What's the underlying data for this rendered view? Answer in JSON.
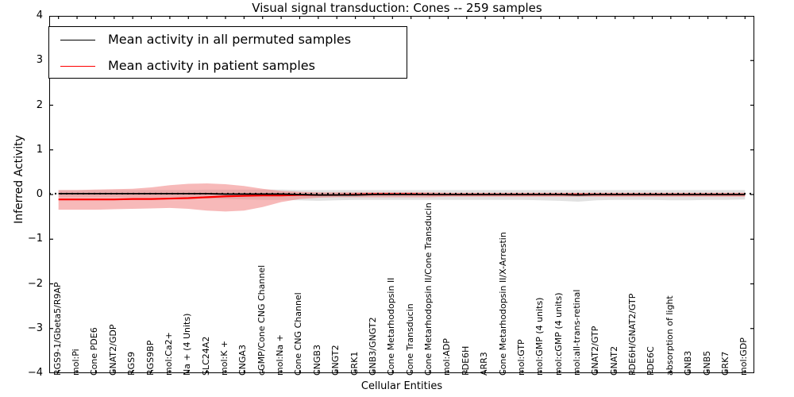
{
  "chart_data": {
    "type": "line",
    "title": "Visual signal transduction: Cones -- 259 samples",
    "xlabel": "Cellular Entities",
    "ylabel": "Inferred Activity",
    "ylim": [
      -4,
      4
    ],
    "yticks": [
      -4,
      -3,
      -2,
      -1,
      0,
      1,
      2,
      3,
      4
    ],
    "ytick_labels": [
      "−4",
      "−3",
      "−2",
      "−1",
      "0",
      "1",
      "2",
      "3",
      "4"
    ],
    "grid": false,
    "legend_position": "upper left",
    "legend": [
      {
        "label": "Mean activity in all permuted samples",
        "color": "#000000",
        "style": "solid"
      },
      {
        "label": "Mean activity in patient samples",
        "color": "#ff0000",
        "style": "solid"
      }
    ],
    "categories": [
      "RGS9-1/Gbeta5/R9AP",
      "mol:Pi",
      "Cone PDE6",
      "GNAT2/GDP",
      "RGS9",
      "RGS9BP",
      "mol:Ca2+",
      "Na + (4 Units)",
      "SLC24A2",
      "mol:K +",
      "CNGA3",
      "cGMP/Cone CNG Channel",
      "mol:Na +",
      "Cone CNG Channel",
      "CNGB3",
      "GNGT2",
      "GRK1",
      "GNB3/GNGT2",
      "Cone Metarhodopsin II",
      "Cone Transducin",
      "Cone Metarhodopsin II/Cone Transducin",
      "mol:ADP",
      "PDE6H",
      "ARR3",
      "Cone Metarhodopsin II/X-Arrestin",
      "mol:GTP",
      "mol:GMP (4 units)",
      "mol:cGMP (4 units)",
      "mol:all-trans-retinal",
      "GNAT2/GTP",
      "GNAT2",
      "PDE6H/GNAT2/GTP",
      "PDE6C",
      "absorption of light",
      "GNB3",
      "GNB5",
      "GRK7",
      "mol:GDP"
    ],
    "series": [
      {
        "name": "Mean activity in all permuted samples",
        "color": "#000000",
        "values": [
          0.02,
          0.02,
          0.02,
          0.02,
          0.02,
          0.02,
          0.02,
          0.02,
          0.02,
          0.01,
          0.01,
          0.01,
          0.01,
          0.0,
          -0.01,
          -0.01,
          -0.01,
          0.0,
          0.0,
          0.0,
          0.0,
          0.0,
          0.0,
          0.0,
          0.0,
          0.0,
          0.0,
          0.0,
          -0.01,
          0.0,
          0.0,
          0.0,
          0.0,
          0.0,
          0.0,
          0.0,
          0.0,
          0.0
        ],
        "band_upper": [
          0.1,
          0.1,
          0.1,
          0.1,
          0.1,
          0.1,
          0.1,
          0.1,
          0.11,
          0.11,
          0.11,
          0.11,
          0.11,
          0.1,
          0.1,
          0.1,
          0.1,
          0.1,
          0.1,
          0.1,
          0.1,
          0.1,
          0.1,
          0.1,
          0.1,
          0.1,
          0.1,
          0.1,
          0.1,
          0.1,
          0.1,
          0.1,
          0.1,
          0.1,
          0.1,
          0.1,
          0.1,
          0.1
        ],
        "band_lower": [
          -0.06,
          -0.06,
          -0.06,
          -0.06,
          -0.06,
          -0.06,
          -0.06,
          -0.07,
          -0.09,
          -0.1,
          -0.11,
          -0.12,
          -0.12,
          -0.13,
          -0.14,
          -0.13,
          -0.12,
          -0.12,
          -0.12,
          -0.12,
          -0.12,
          -0.12,
          -0.12,
          -0.12,
          -0.12,
          -0.12,
          -0.13,
          -0.14,
          -0.16,
          -0.13,
          -0.12,
          -0.12,
          -0.12,
          -0.13,
          -0.13,
          -0.12,
          -0.12,
          -0.11
        ]
      },
      {
        "name": "Mean activity in patient samples",
        "color": "#ff0000",
        "values": [
          -0.11,
          -0.11,
          -0.11,
          -0.11,
          -0.1,
          -0.1,
          -0.09,
          -0.08,
          -0.06,
          -0.04,
          -0.03,
          -0.02,
          -0.02,
          -0.01,
          -0.01,
          -0.01,
          0.0,
          0.01,
          0.01,
          0.01,
          0.0,
          0.0,
          0.0,
          0.0,
          0.0,
          0.0,
          0.0,
          0.0,
          0.0,
          0.0,
          0.0,
          0.0,
          0.0,
          0.0,
          0.0,
          0.0,
          0.0,
          0.0
        ],
        "band_upper": [
          0.1,
          0.1,
          0.11,
          0.12,
          0.13,
          0.16,
          0.21,
          0.24,
          0.25,
          0.23,
          0.19,
          0.13,
          0.08,
          0.06,
          0.05,
          0.05,
          0.05,
          0.05,
          0.05,
          0.05,
          0.05,
          0.04,
          0.04,
          0.04,
          0.04,
          0.04,
          0.04,
          0.04,
          0.04,
          0.04,
          0.04,
          0.04,
          0.04,
          0.04,
          0.04,
          0.04,
          0.04,
          0.04
        ],
        "band_lower": [
          -0.34,
          -0.34,
          -0.34,
          -0.33,
          -0.32,
          -0.31,
          -0.3,
          -0.32,
          -0.36,
          -0.38,
          -0.36,
          -0.28,
          -0.17,
          -0.1,
          -0.07,
          -0.06,
          -0.06,
          -0.06,
          -0.06,
          -0.06,
          -0.06,
          -0.05,
          -0.05,
          -0.05,
          -0.05,
          -0.05,
          -0.05,
          -0.05,
          -0.05,
          -0.05,
          -0.05,
          -0.05,
          -0.05,
          -0.05,
          -0.05,
          -0.05,
          -0.05,
          -0.05
        ]
      }
    ],
    "zero_reference": {
      "value": 0.02,
      "style": "dotted",
      "color": "#000000"
    }
  }
}
